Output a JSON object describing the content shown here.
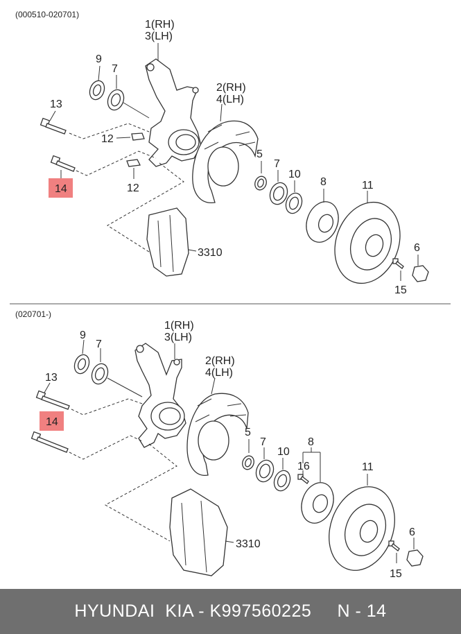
{
  "top_section": {
    "date_range": "(000510-020701)",
    "labels": {
      "p1": "1(RH)",
      "p3": "3(LH)",
      "p2": "2(RH)",
      "p4": "4(LH)",
      "p9": "9",
      "p7a": "7",
      "p13": "13",
      "p12a": "12",
      "p14": "14",
      "p12b": "12",
      "p5": "5",
      "p7b": "7",
      "p10": "10",
      "p8": "8",
      "p11": "11",
      "p6": "6",
      "p15": "15",
      "ref3310": "3310"
    }
  },
  "bottom_section": {
    "date_range": "(020701-)",
    "labels": {
      "p1": "1(RH)",
      "p3": "3(LH)",
      "p2": "2(RH)",
      "p4": "4(LH)",
      "p9": "9",
      "p7a": "7",
      "p13": "13",
      "p14": "14",
      "p5": "5",
      "p7b": "7",
      "p10": "10",
      "p8": "8",
      "p16": "16",
      "p11": "11",
      "p6": "6",
      "p15": "15",
      "ref3310": "3310"
    }
  },
  "highlight_color": "#f08080",
  "footer": {
    "text": "HYUNDAI  KIA - K997560225     N - 14"
  }
}
